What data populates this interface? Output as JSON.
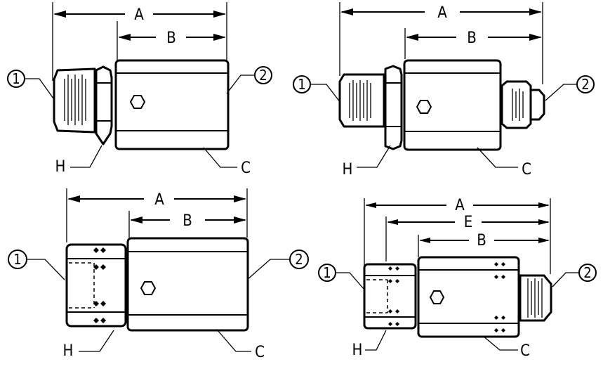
{
  "colors": {
    "line": "#000000",
    "background": "#ffffff"
  },
  "figures": [
    {
      "name": "top-left",
      "labels": {
        "a": "A",
        "b": "B",
        "c": "C",
        "h": "H",
        "port1": "1",
        "port2": "2"
      }
    },
    {
      "name": "top-right",
      "labels": {
        "a": "A",
        "b": "B",
        "c": "C",
        "h": "H",
        "port1": "1",
        "port2": "2"
      }
    },
    {
      "name": "bottom-left",
      "labels": {
        "a": "A",
        "b": "B",
        "c": "C",
        "h": "H",
        "port1": "1",
        "port2": "2"
      }
    },
    {
      "name": "bottom-right",
      "labels": {
        "a": "A",
        "b": "B",
        "c": "C",
        "e": "E",
        "h": "H",
        "port1": "1",
        "port2": "2"
      }
    }
  ]
}
